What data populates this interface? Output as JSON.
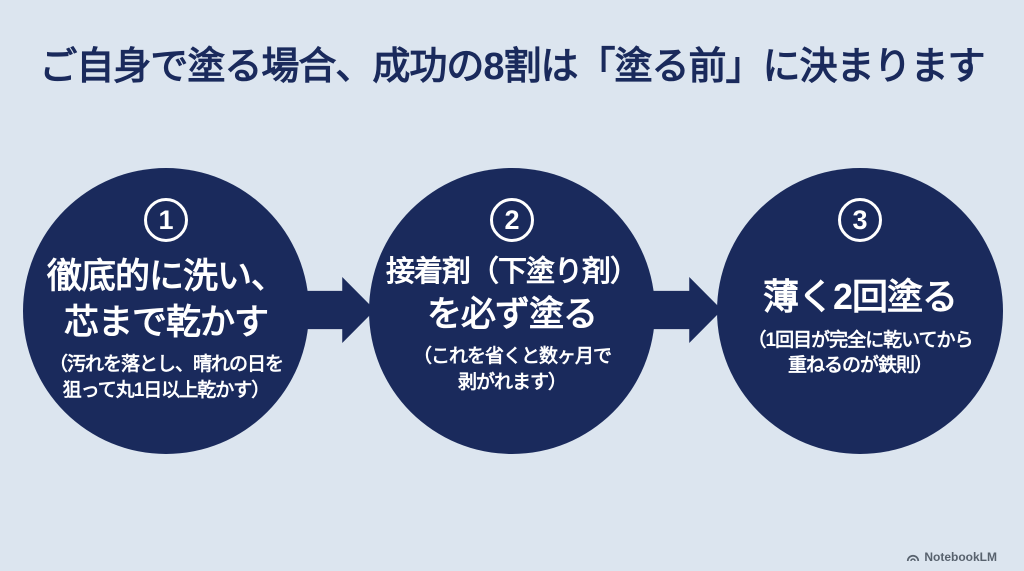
{
  "title": "ご自身で塗る場合、成功の8割は「塗る前」に決まります",
  "steps": [
    {
      "number": "1",
      "main_lines": [
        "徹底的に洗い、",
        "芯まで乾かす"
      ],
      "note_lines": [
        "（汚れを落とし、晴れの日を",
        "狙って丸1日以上乾かす）"
      ]
    },
    {
      "number": "2",
      "main_lines": [
        "接着剤（下塗り剤）",
        "を必ず塗る"
      ],
      "note_lines": [
        "（これを省くと数ヶ月で",
        "剥がれます）"
      ]
    },
    {
      "number": "3",
      "main_lines": [
        "薄く2回塗る"
      ],
      "note_lines": [
        "（1回目が完全に乾いてから",
        "重ねるのが鉄則）"
      ]
    }
  ],
  "watermark": {
    "label": "NotebookLM"
  },
  "colors": {
    "background": "#dce5ef",
    "navy": "#1a2a5c",
    "text_on_navy": "#ffffff",
    "watermark_text": "#58626e"
  }
}
